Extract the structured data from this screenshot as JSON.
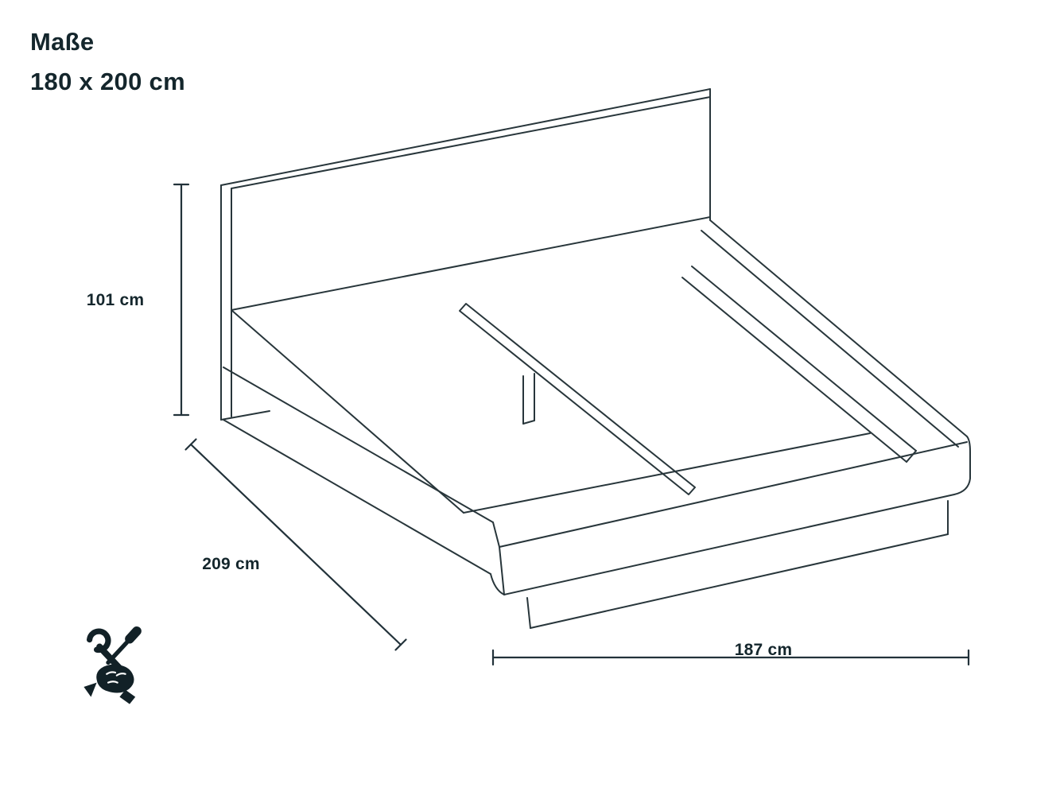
{
  "colors": {
    "background": "#ffffff",
    "ink": "#14262c",
    "line": "#28363b"
  },
  "title": {
    "heading": "Maße",
    "size": "180 x 200 cm"
  },
  "dimension_labels": {
    "height": "101 cm",
    "depth": "209 cm",
    "width": "187 cm"
  },
  "drawing": {
    "subject": "bed-frame-isometric-line-drawing"
  },
  "icons": {
    "bottom_left": "assembly-tools-icon"
  }
}
